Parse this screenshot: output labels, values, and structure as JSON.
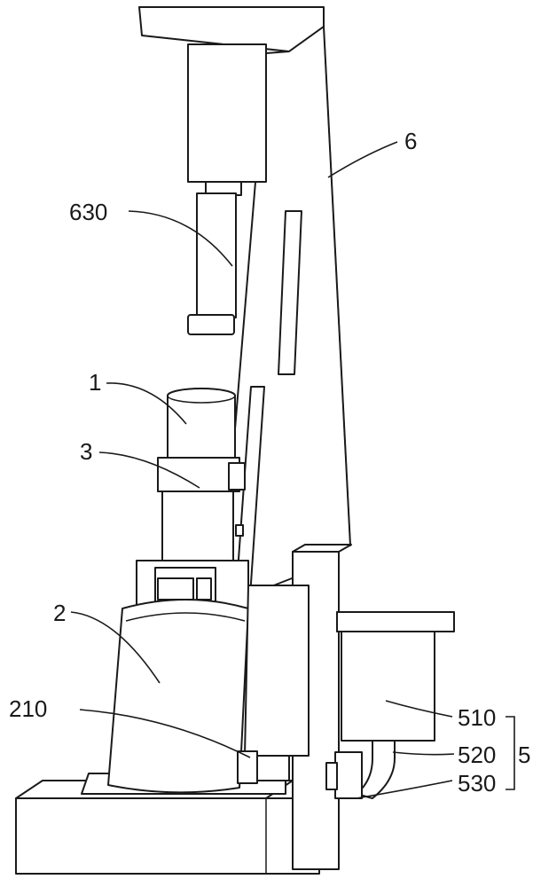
{
  "labels": {
    "l6": "6",
    "l630": "630",
    "l1": "1",
    "l3": "3",
    "l2": "2",
    "l210": "210",
    "l510": "510",
    "l520": "520",
    "l530": "530",
    "l5": "5"
  }
}
